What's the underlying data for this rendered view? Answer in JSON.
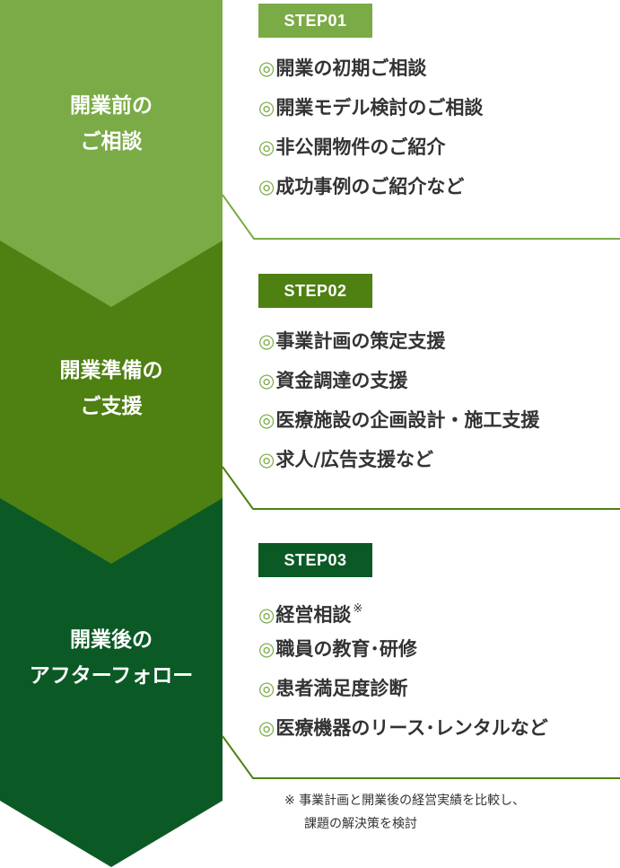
{
  "colors": {
    "step1": "#7aab46",
    "step2": "#4e8012",
    "step3": "#0b5a26",
    "text": "#333333"
  },
  "steps": [
    {
      "badge": "STEP01",
      "title_line1": "開業前の",
      "title_line2": "ご相談",
      "marker": "◎",
      "items": [
        "開業の初期ご相談",
        "開業モデル検討のご相談",
        "非公開物件のご紹介",
        "成功事例のご紹介など"
      ]
    },
    {
      "badge": "STEP02",
      "title_line1": "開業準備の",
      "title_line2": "ご支援",
      "marker": "◎",
      "items": [
        "事業計画の策定支援",
        "資金調達の支援",
        "医療施設の企画設計・施工支援",
        "求人/広告支援など"
      ]
    },
    {
      "badge": "STEP03",
      "title_line1": "開業後の",
      "title_line2": "アフターフォロー",
      "marker": "◎",
      "items": [
        "経営相談",
        "職員の教育･研修",
        "患者満足度診断",
        "医療機器のリース･レンタルなど"
      ],
      "item0_note_mark": "※"
    }
  ],
  "note": {
    "mark": "※",
    "line1": "事業計画と開業後の経営実績を比較し、",
    "line2": "課題の解決策を検討"
  }
}
